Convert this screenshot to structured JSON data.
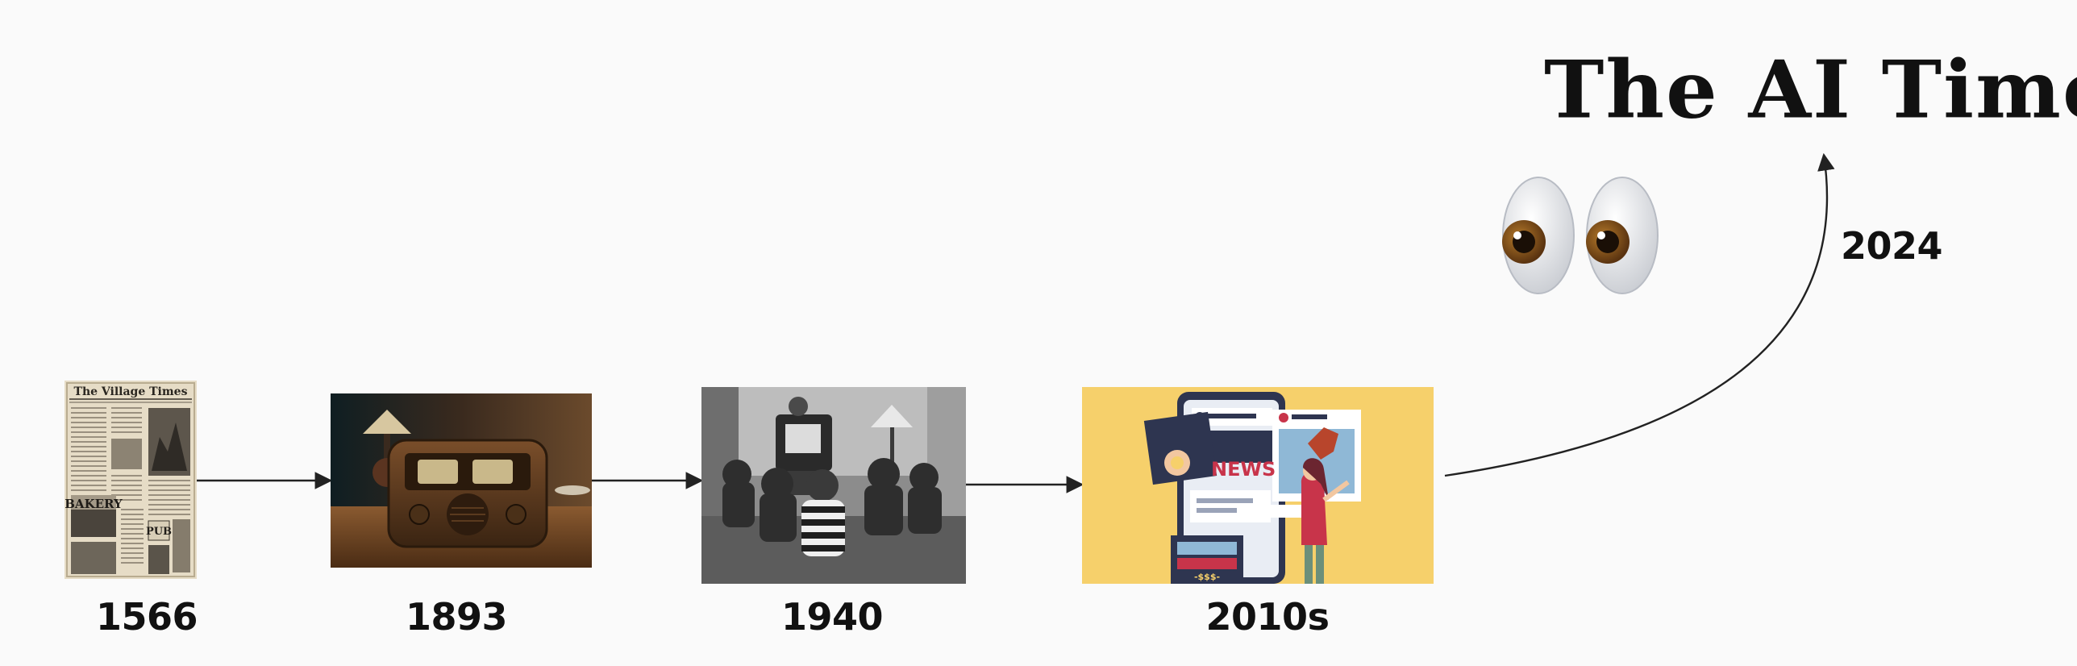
{
  "timeline": {
    "years": {
      "y1566": "1566",
      "y1893": "1893",
      "y1940": "1940",
      "y2010s": "2010s",
      "y2024": "2024"
    },
    "newspaper_masthead": "The Village Times",
    "newspaper_bakery": "BAKERY",
    "newspaper_pub": "PUB",
    "social_card_word": "NEWS",
    "social_price": "-$$$-",
    "future_title": "The AI Times"
  },
  "colors": {
    "background": "#fafafa",
    "arrow": "#222222",
    "news_bg": "#f6d06b",
    "news_red": "#c8344a"
  },
  "icons": [
    "eyes-emoji-icon"
  ]
}
